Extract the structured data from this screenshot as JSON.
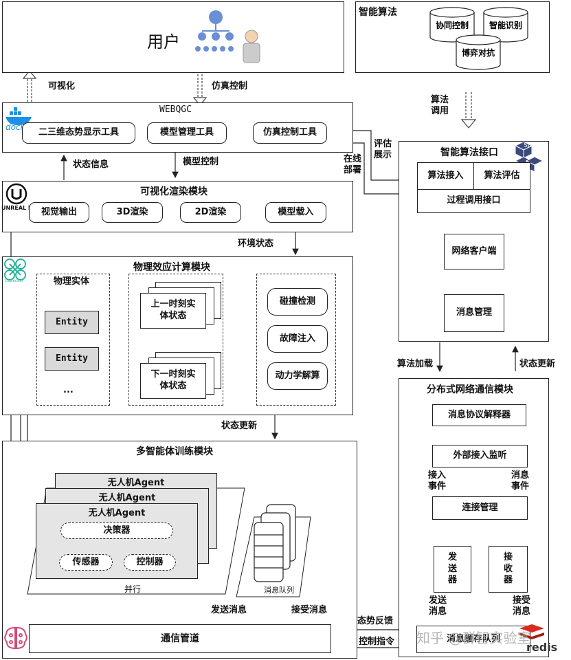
{
  "user": {
    "label": "用户"
  },
  "algorithms": {
    "title": "智能算法",
    "items": [
      "协同控制",
      "智能识别",
      "博弈对抗"
    ]
  },
  "arrows": {
    "visualize": "可视化",
    "sim_control": "仿真控制",
    "algo_call": "算法调用",
    "eval_show": "评估展示",
    "online_deploy": "在线部署",
    "status_info": "状态信息",
    "model_control": "模型控制",
    "env_status": "环境状态",
    "status_update_1": "状态更新",
    "algo_load": "算法加载",
    "status_update_2": "状态更新",
    "send_msg": "发送消息",
    "recv_msg": "接受消息",
    "situation_feedback": "态势反馈",
    "control_cmd": "控制指令",
    "access_event": "接入事件",
    "msg_event": "消息事件",
    "send_msg2": "发送消息",
    "recv_msg2": "接受消息"
  },
  "webqgc": {
    "title": "WEBQGC",
    "tools": [
      "二三维态势显示工具",
      "模型管理工具",
      "仿真控制工具"
    ],
    "docker": "docker"
  },
  "algo_interface": {
    "title": "智能算法接口",
    "access": "算法接入",
    "eval": "算法评估",
    "proc": "过程调用接口",
    "client": "网络客户端",
    "msg_mgmt": "消息管理",
    "sdk": "SDK"
  },
  "render": {
    "title": "可视化渲染模块",
    "steps": [
      "视觉输出",
      "3D渲染",
      "2D渲染",
      "模型载入"
    ],
    "engine": "UNREAL ENGINE"
  },
  "physics": {
    "title": "物理效应计算模块",
    "entity_title": "物理实体",
    "entities": [
      "Entity",
      "Entity",
      "..."
    ],
    "prev_state": "上一时刻实体状态",
    "next_state": "下一时刻实体状态",
    "ops": [
      "碰撞检测",
      "故障注入",
      "动力学解算"
    ],
    "logo": "CopterSim"
  },
  "marl": {
    "title": "多智能体训练模块",
    "agents": [
      "无人机Agent",
      "无人机Agent",
      "无人机Agent"
    ],
    "decider": "决策器",
    "sensor": "传感器",
    "controller": "控制器",
    "parallel": "并行",
    "queue": "消息队列",
    "pipe": "通信管道"
  },
  "dist": {
    "title": "分布式网络通信模块",
    "parser": "消息协议解释器",
    "listen": "外部接入监听",
    "conn": "连接管理",
    "sender": "发送器",
    "receiver": "接收器",
    "cache": "消息缓存队列",
    "redis": "redis"
  },
  "watermark": "知乎 @群智实验室"
}
